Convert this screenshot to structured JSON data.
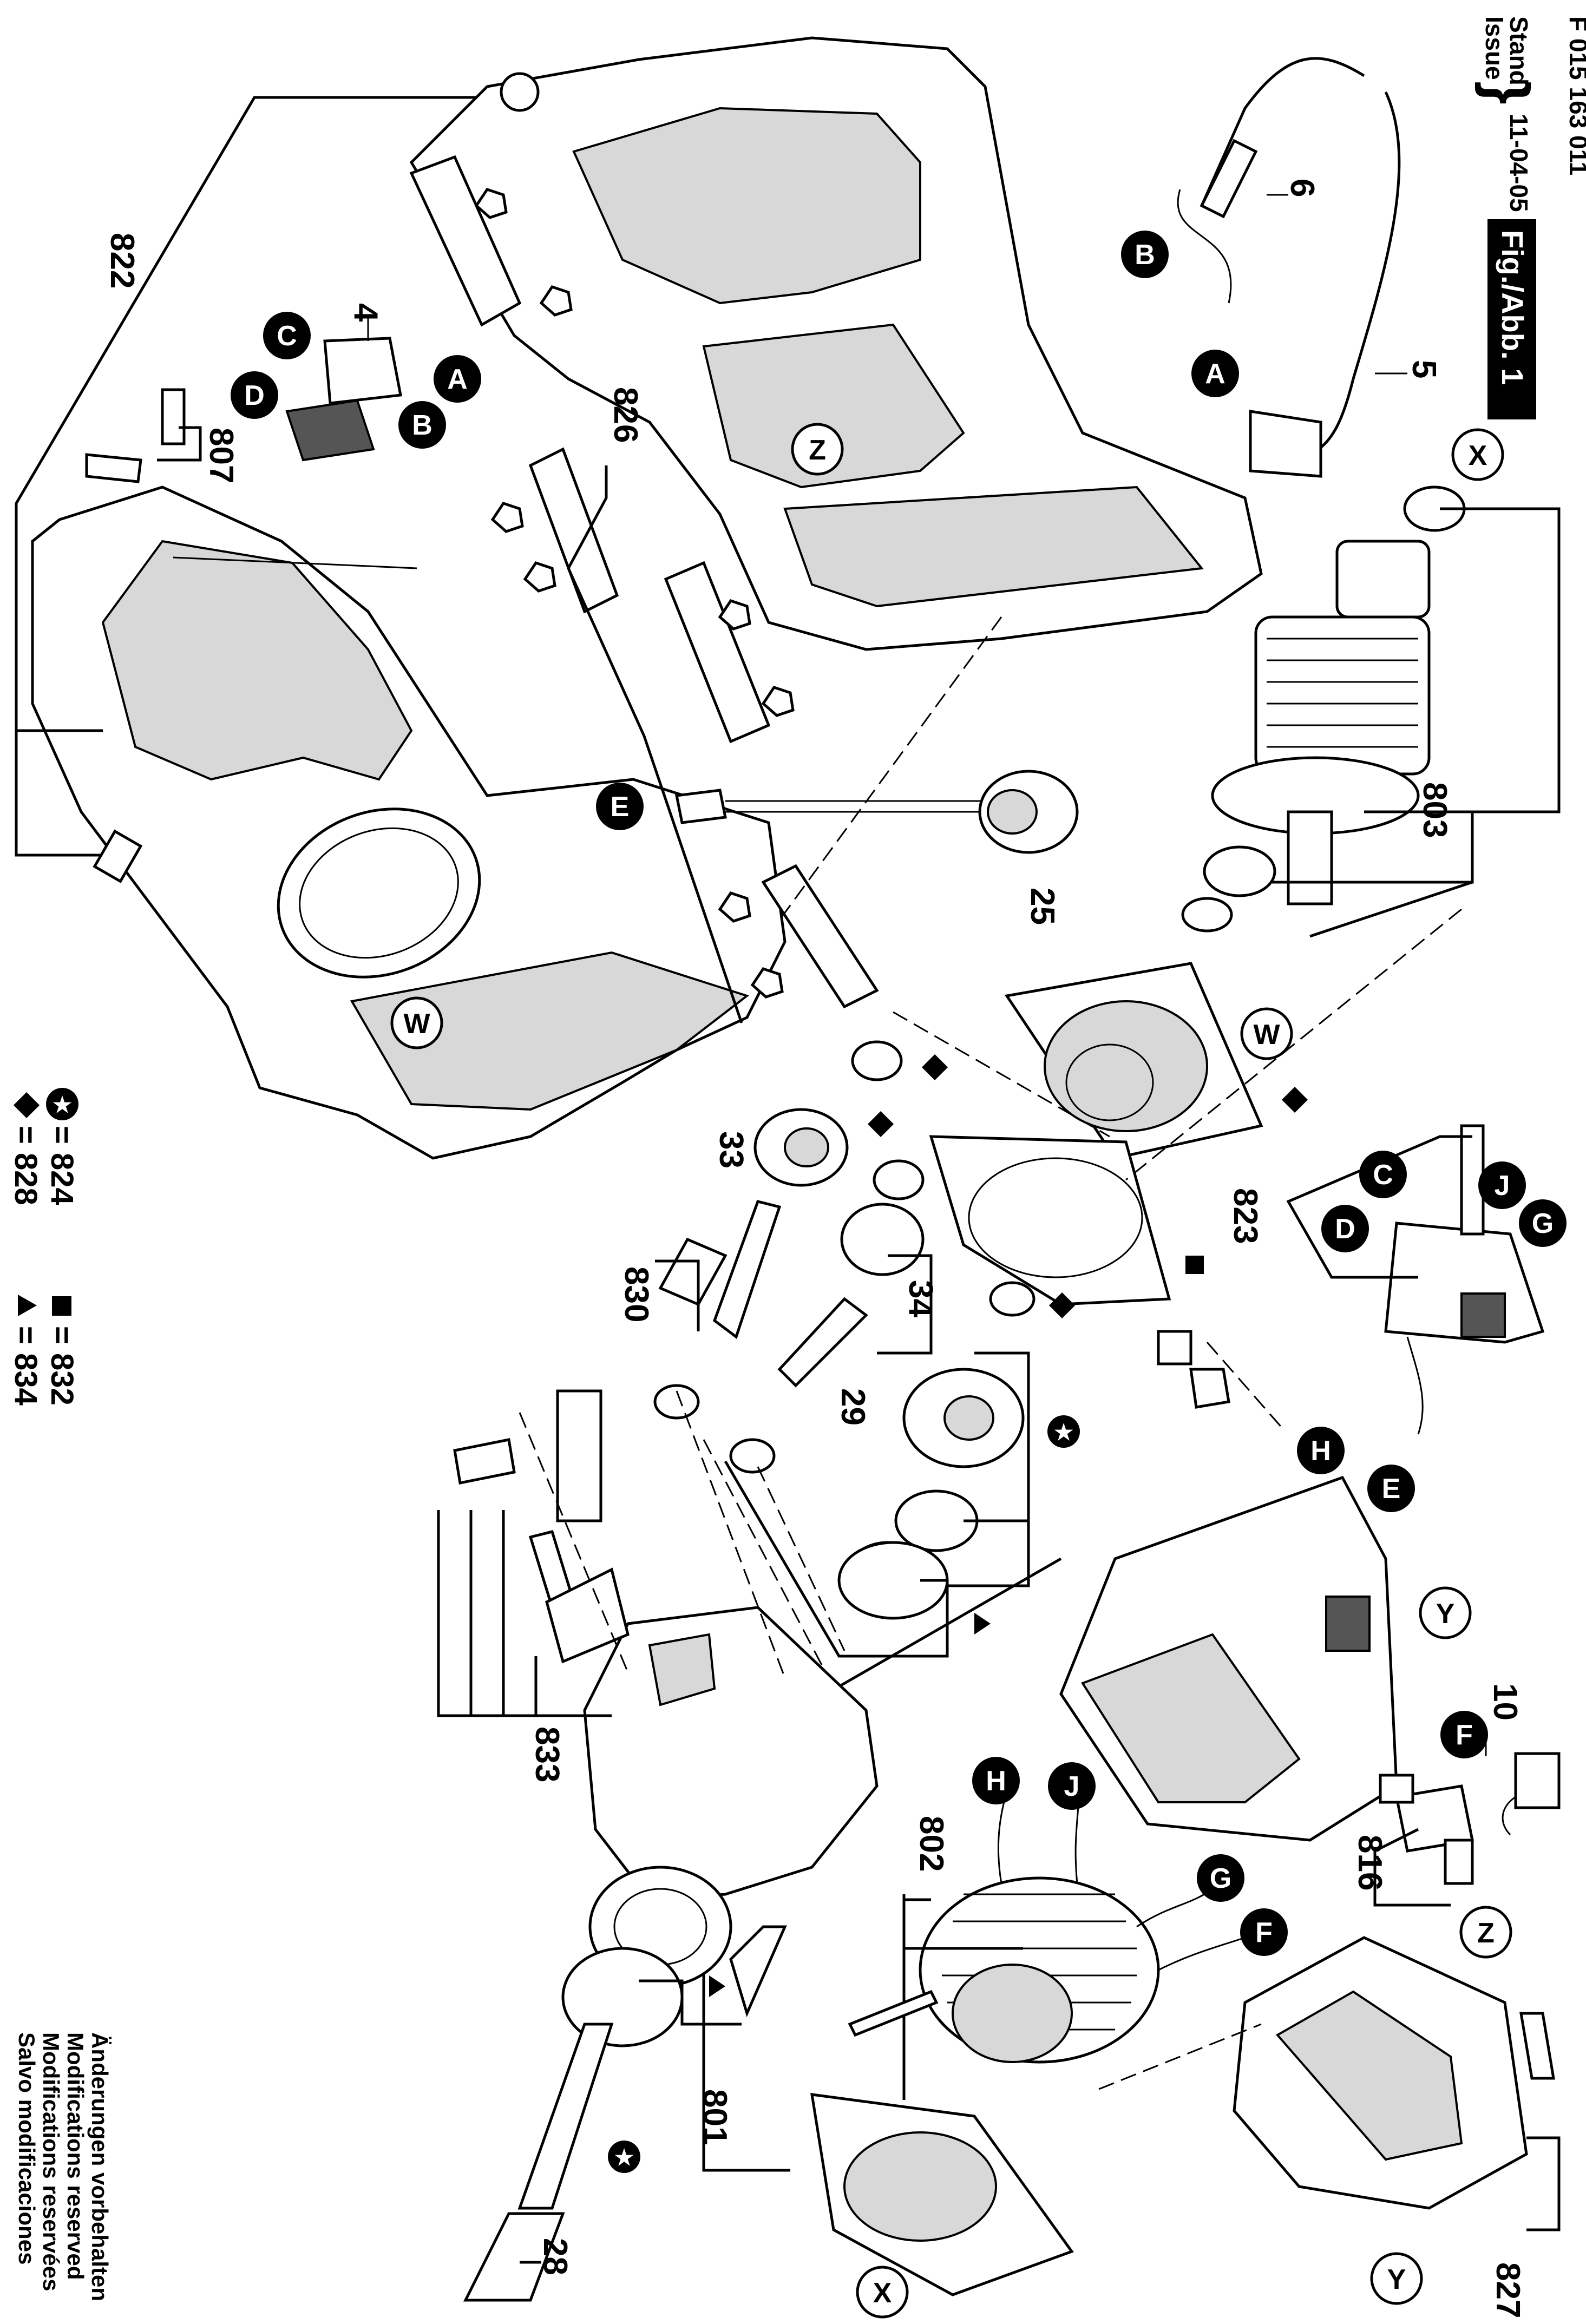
{
  "header": {
    "doc_number": "F 015 163 011",
    "stand_label": "Stand",
    "issue_label": "Issue",
    "issue_date": "11-04-05",
    "figure_label": "Fig./Abb. 1"
  },
  "footer_note": {
    "lines": [
      "Änderungen vorbehalten",
      "Modifications reserved",
      "Modifications reservées",
      "Salvo modificaciones"
    ]
  },
  "legend": {
    "items": [
      {
        "symbol": "star",
        "label": "= 824"
      },
      {
        "symbol": "square",
        "label": "= 832"
      },
      {
        "symbol": "diamond",
        "label": "= 828"
      },
      {
        "symbol": "triangle",
        "label": "= 834"
      }
    ]
  },
  "part_numbers": [
    "822",
    "826",
    "807",
    "4",
    "6",
    "5",
    "25",
    "803",
    "823",
    "830",
    "33",
    "34",
    "29",
    "833",
    "802",
    "801",
    "816",
    "10",
    "827",
    "28"
  ],
  "connector_letters": [
    "A",
    "B",
    "C",
    "D",
    "E",
    "F",
    "G",
    "H",
    "J"
  ],
  "ref_letters": [
    "W",
    "X",
    "Y",
    "Z"
  ]
}
